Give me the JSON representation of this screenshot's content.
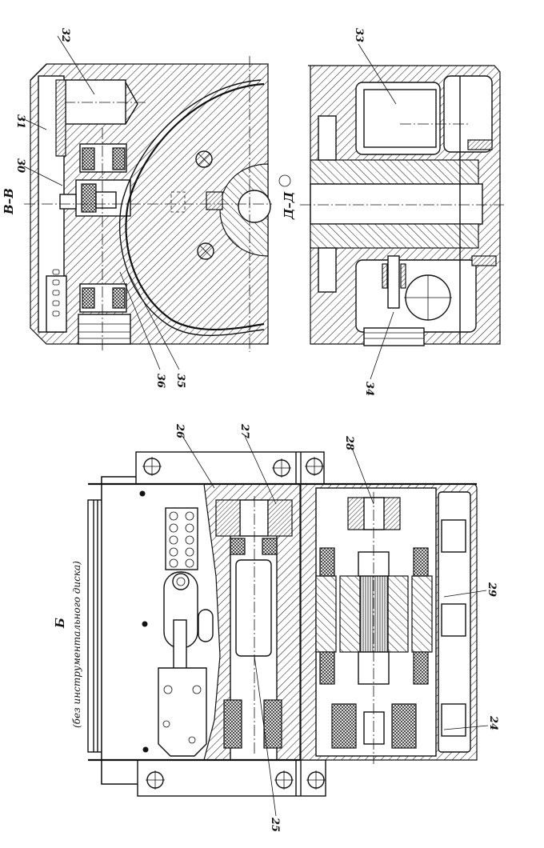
{
  "figure": {
    "views": {
      "section_bb": {
        "title": "В–В"
      },
      "section_dd": {
        "title": "Д–Д"
      },
      "view_b": {
        "title": "Б",
        "caption": "(без инструментального диска)"
      }
    },
    "part_labels": [
      {
        "id": "label-32",
        "text": "32"
      },
      {
        "id": "label-31",
        "text": "31"
      },
      {
        "id": "label-30",
        "text": "30"
      },
      {
        "id": "label-36",
        "text": "36"
      },
      {
        "id": "label-35",
        "text": "35"
      },
      {
        "id": "label-33",
        "text": "33"
      },
      {
        "id": "label-34",
        "text": "34"
      },
      {
        "id": "label-26",
        "text": "26"
      },
      {
        "id": "label-27",
        "text": "27"
      },
      {
        "id": "label-28",
        "text": "28"
      },
      {
        "id": "label-29",
        "text": "29"
      },
      {
        "id": "label-24",
        "text": "24"
      },
      {
        "id": "label-25",
        "text": "25"
      }
    ]
  }
}
